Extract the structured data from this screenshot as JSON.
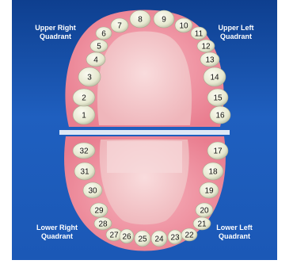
{
  "quadrants": {
    "upper_right": {
      "line1": "Upper Right",
      "line2": "Quadrant"
    },
    "upper_left": {
      "line1": "Upper Left",
      "line2": "Quadrant"
    },
    "lower_right": {
      "line1": "Lower Right",
      "line2": "Quadrant"
    },
    "lower_left": {
      "line1": "Lower Left",
      "line2": "Quadrant"
    }
  },
  "teeth": {
    "upper": [
      "1",
      "2",
      "3",
      "4",
      "5",
      "6",
      "7",
      "8",
      "9",
      "10",
      "11",
      "12",
      "13",
      "14",
      "15",
      "16"
    ],
    "lower": [
      "32",
      "31",
      "30",
      "29",
      "28",
      "27",
      "26",
      "25",
      "24",
      "23",
      "22",
      "21",
      "20",
      "19",
      "18",
      "17"
    ]
  },
  "colors": {
    "background": "#1b58b6",
    "gum": "#f08f9e",
    "palate": "#f3c1c5",
    "tooth": "#eef0dc",
    "number": "#111111"
  }
}
